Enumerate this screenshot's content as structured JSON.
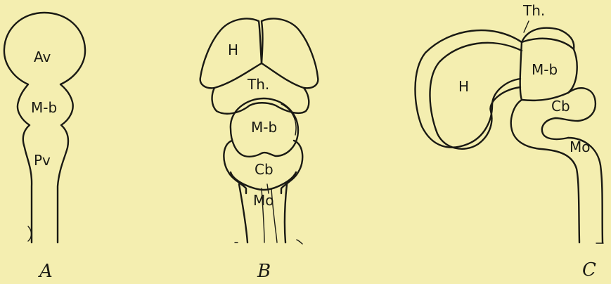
{
  "figures": {
    "a": {
      "letter": "A",
      "labels": {
        "av": "Av",
        "mb": "M-b",
        "pv": "Pv"
      }
    },
    "b": {
      "letter": "B",
      "labels": {
        "h": "H",
        "th": "Th.",
        "mb": "M-b",
        "cb": "Cb",
        "mo": "Mo"
      }
    },
    "c": {
      "letter": "C",
      "labels": {
        "th": "Th.",
        "h": "H",
        "mb": "M-b",
        "cb": "Cb",
        "mo": "Mo"
      }
    }
  }
}
